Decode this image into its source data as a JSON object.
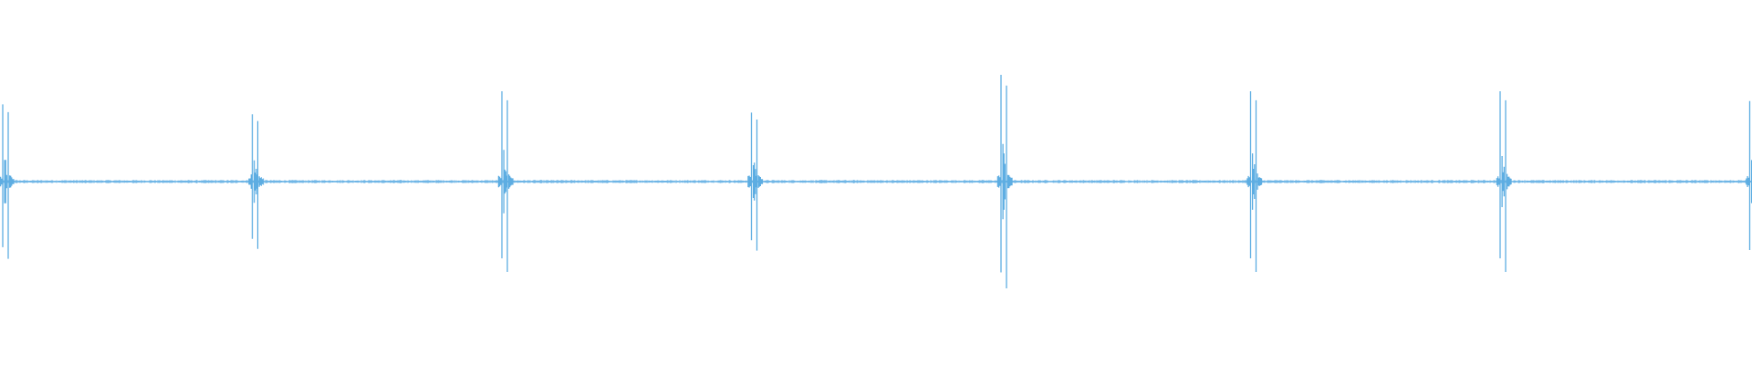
{
  "waveform": {
    "color": "#5dade2",
    "background": "#ffffff",
    "burst_count": 8,
    "bursts": [
      {
        "index": 1,
        "peak_relative": 0.47
      },
      {
        "index": 2,
        "peak_relative": 0.41
      },
      {
        "index": 3,
        "peak_relative": 0.55
      },
      {
        "index": 4,
        "peak_relative": 0.42
      },
      {
        "index": 5,
        "peak_relative": 0.65
      },
      {
        "index": 6,
        "peak_relative": 0.55
      },
      {
        "index": 7,
        "peak_relative": 0.55
      },
      {
        "index": 8,
        "peak_relative": 0.49
      }
    ]
  }
}
